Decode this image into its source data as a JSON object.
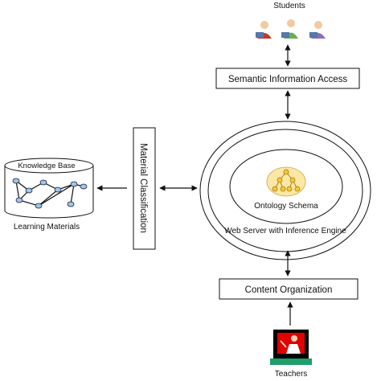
{
  "diagram": {
    "students_label": "Students",
    "teachers_label": "Teachers",
    "semantic_box": "Semantic Information Access",
    "content_box": "Content Organization",
    "material_box": "Material Classification",
    "ontology_label": "Ontology Schema",
    "webserver_label": "Web Server with Inference Engine",
    "kb_title": "Knowledge Base",
    "learning_label": "Learning Materials"
  },
  "icons": [
    "students-icon",
    "teacher-icon",
    "ontology-tree-icon",
    "knowledge-graph-icon"
  ],
  "colors": {
    "line": "#111111",
    "ontology_node": "#f5c542",
    "kb_node": "#9fc7de",
    "teacher_bg": "#000000",
    "teacher_screen": "#e00000",
    "teacher_base": "#1e9e6a"
  }
}
